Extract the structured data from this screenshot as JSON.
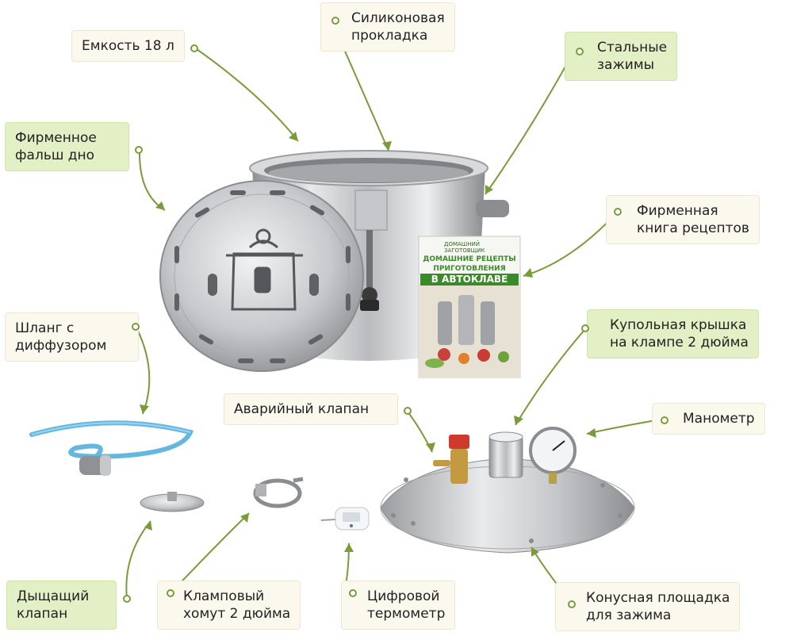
{
  "labels": {
    "tank": "Емкость 18 л",
    "gasket": [
      "Силиконовая",
      "прокладка"
    ],
    "clamps": [
      "Стальные",
      "зажимы"
    ],
    "false_bottom": [
      "Фирменное",
      "фальш дно"
    ],
    "recipe_book": [
      "Фирменная",
      "книга рецептов"
    ],
    "hose": [
      "Шланг с",
      "диффузором"
    ],
    "dome_lid": [
      "Купольная крышка",
      "на клампе 2 дюйма"
    ],
    "safety_valve": "Аварийный клапан",
    "manometer": "Манометр",
    "breathing_valve": [
      "Дыщащий",
      "клапан"
    ],
    "clamp_collar": [
      "Клампoвый",
      "хомут 2 дюйма"
    ],
    "thermometer": [
      "Цифровой",
      "термометр"
    ],
    "cone_platform": [
      "Конусная площадка",
      "для зажима"
    ]
  },
  "book": {
    "brand": "ДОМАШНИЙ ЗАГОТОВЩИК",
    "title_lines": [
      "ДОМАШНИЕ РЕЦЕПТЫ",
      "ПРИГОТОВЛЕНИЯ"
    ],
    "title_highlight": "В АВТОКЛАВЕ"
  },
  "colors": {
    "green_box": "#e3efc5",
    "cream_box": "#fbf8ee",
    "accent_green": "#7a9b39",
    "book_green": "#3b8a2a"
  }
}
